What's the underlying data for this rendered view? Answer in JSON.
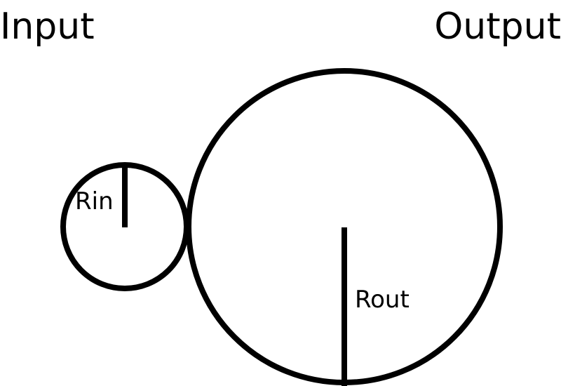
{
  "labels": {
    "input": "Input",
    "output": "Output",
    "input_radius": "Rin",
    "output_radius": "Rout"
  },
  "colors": {
    "stroke": "#000000",
    "background": "#ffffff",
    "text": "#000000"
  }
}
